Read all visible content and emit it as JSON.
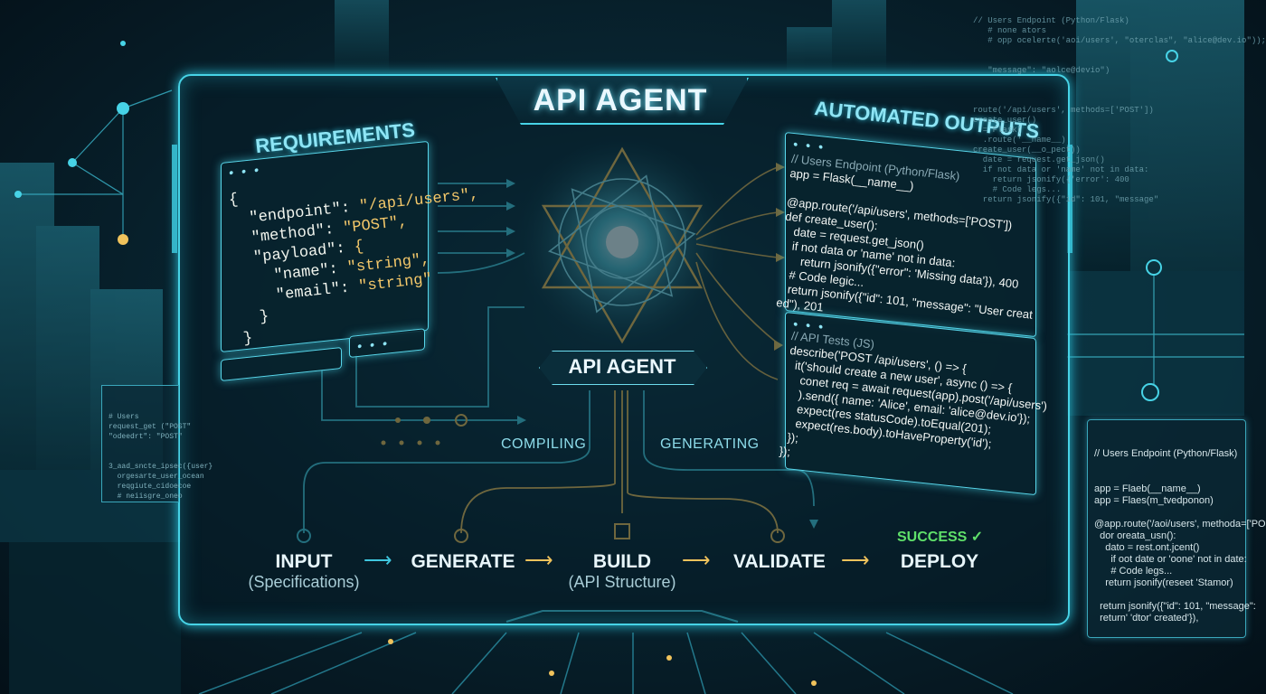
{
  "title": "API AGENT",
  "requirements": {
    "heading": "REQUIREMENTS",
    "code_lines": [
      "{",
      "  \"endpoint\": \"/api/users\",",
      "  \"method\": \"POST\",",
      "  \"payload\": {",
      "    \"name\": \"string\",",
      "    \"email\": \"string\"",
      "  }",
      "}"
    ]
  },
  "outputs": {
    "heading": "AUTOMATED OUTPUTS",
    "endpoint_panel": {
      "lines": [
        "// Users Endpoint (Python/Flask)",
        "app = Flask(__name__)",
        "",
        "@app.route('/api/users', methods=['POST'])",
        "def create_user():",
        "   date = request.get_json()",
        "   if not data or 'name' not in data:",
        "      return jsonify({\"error\": 'Missing data'}), 400",
        "   # Code legic...",
        "   return jsonify({\"id\": 101, \"message\": \"User creat",
        "ed\"), 201"
      ]
    },
    "tests_panel": {
      "lines": [
        "// API Tests (JS)",
        "describe('POST /api/users', () => {",
        "  it('should create a new user', async () => {",
        "    conet req = await request(app).post('/api/users')",
        "    ).send({ name: 'Alice', email: 'alice@dev.io'});",
        "    expect(res statusCode).toEqual(201);",
        "    expect(res.body).toHaveProperty('id');",
        "  });",
        "});"
      ]
    }
  },
  "agent_label": "API AGENT",
  "flow_labels": {
    "compiling": "COMPILING",
    "generating": "GENERATING"
  },
  "pipeline": {
    "steps": [
      {
        "label": "INPUT",
        "sub": "(Specifications)"
      },
      {
        "label": "GENERATE",
        "sub": ""
      },
      {
        "label": "BUILD",
        "sub": "(API Structure)"
      },
      {
        "label": "VALIDATE",
        "sub": ""
      },
      {
        "label": "DEPLOY",
        "sub": ""
      }
    ],
    "success_label": "SUCCESS ✓"
  },
  "side_panel": {
    "lines": [
      "// Users Endpoint (Python/Flask)",
      "",
      "",
      "app = Flaeb(__name__)",
      "app = Flaes(m_tvedponon)",
      "",
      "@app.route('/aoi/users', methoda=['PO",
      "  dor oreata_usn():",
      "    dato = rest.ont.jcent()",
      "      if oot date or 'oone' not in date:",
      "      # Code legs...",
      "    return jsonify(reseet 'Stamor)",
      "",
      "  return jsonify({\"id\": 101, \"message\": ",
      "  return' 'dtor' created'}),"
    ]
  },
  "top_right_code": {
    "lines": [
      "// Users Endpoint (Python/Flask)",
      "   # none ators",
      "   # opp ocelerte('aoi/users', \"oterclas\", \"alice@dev.io\"));",
      "",
      "",
      "   \"message\": \"aolce@devio\")",
      "",
      "",
      "",
      "route('/api/users', methods=['POST'])",
      "create_user()",
      "  = Flask(",
      "  .route('__name__)",
      "create_user(__o_pect))",
      "  date = request.get_json()",
      "  if not data or 'name' not in data:",
      "    return jsonify({'error': 400",
      "    # Code legs...",
      "  return jsonify({\"id\": 101, \"message\""
    ]
  },
  "small_panel": {
    "lines": [
      "# Users",
      "request_get (\"POST\"",
      "\"odeedrt\": \"POST\"",
      "",
      "",
      "3_aad_sncte_ipsec({user}",
      "  orgesarte_user_ocean",
      "  reqgiute_cidoecoe",
      "  # neiisgre_oneo"
    ]
  },
  "colors": {
    "accent_cyan": "#47d3e6",
    "accent_gold": "#f0c35c",
    "success_green": "#5fe06a",
    "background": "#082430"
  },
  "icons": [
    "hexagram-core-icon",
    "arrow-right-icon",
    "checkmark-icon",
    "gear-build-icon",
    "circuit-node-icon"
  ]
}
